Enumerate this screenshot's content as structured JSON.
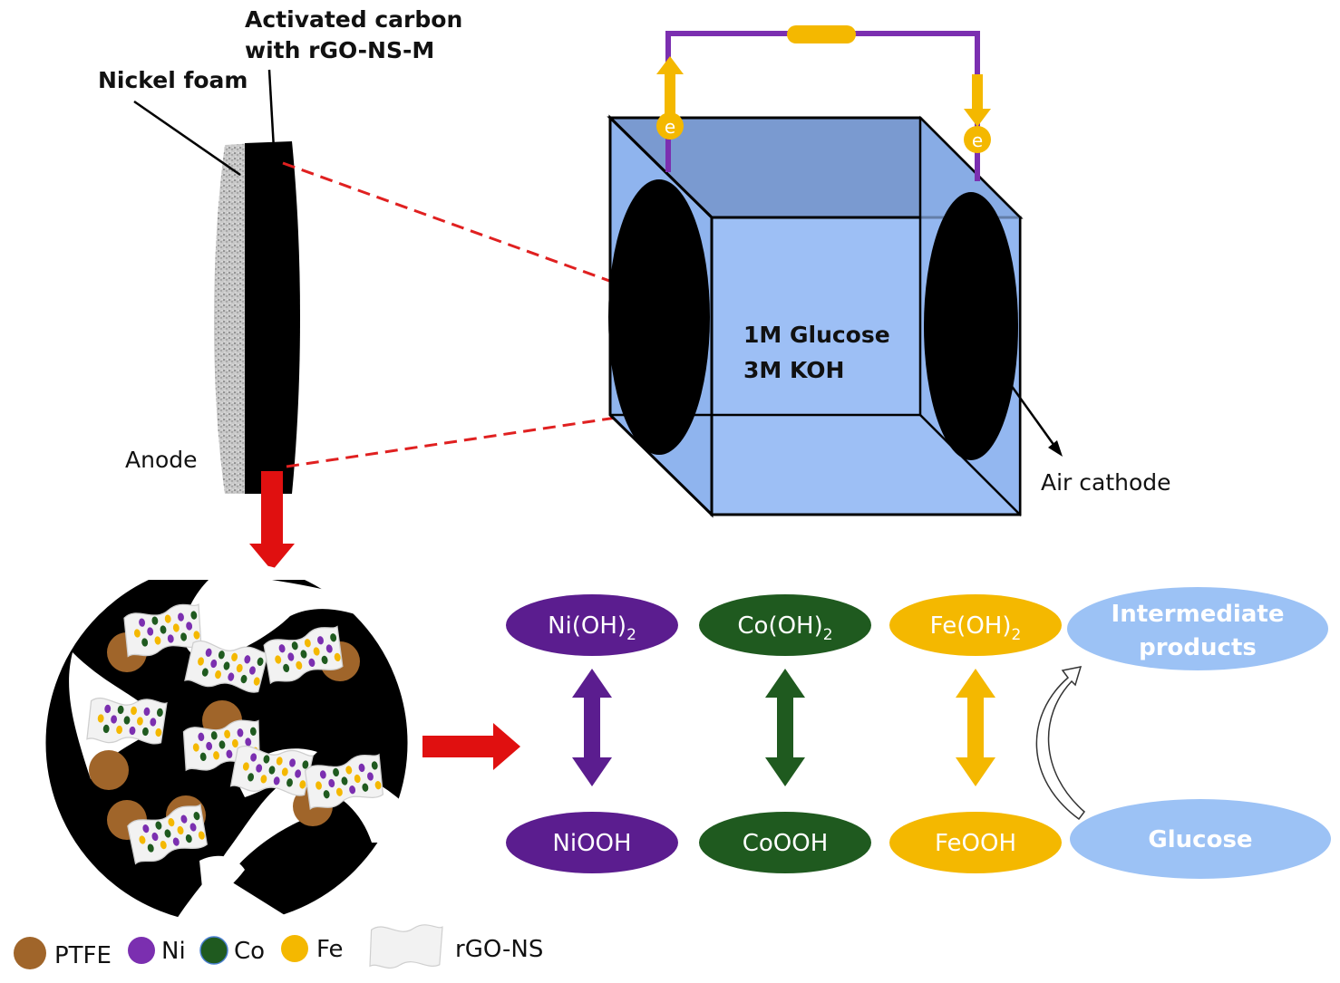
{
  "labels": {
    "activated_carbon_line1": "Activated carbon",
    "activated_carbon_line2": "with rGO-NS-M",
    "nickel_foam": "Nickel foam",
    "anode": "Anode",
    "air_cathode": "Air cathode",
    "electrolyte_line1": "1M Glucose",
    "electrolyte_line2": "3M KOH",
    "electron": "e"
  },
  "redox_pairs": [
    {
      "upper_base": "Ni(OH)",
      "upper_sub": "2",
      "lower": "NiOOH",
      "color": "#5b1d8f"
    },
    {
      "upper_base": "Co(OH)",
      "upper_sub": "2",
      "lower": "CoOOH",
      "color": "#1f5a1f"
    },
    {
      "upper_base": "Fe(OH)",
      "upper_sub": "2",
      "lower": "FeOOH",
      "color": "#f4b800"
    }
  ],
  "glucose_cycle": {
    "top_line1": "Intermediate",
    "top_line2": "products",
    "bottom": "Glucose",
    "color": "#9cc2f5"
  },
  "legend": {
    "ptfe": "PTFE",
    "ni": "Ni",
    "co": "Co",
    "fe": "Fe",
    "rgo": "rGO-NS"
  },
  "colors": {
    "cell_fill": "#9dbff5",
    "wire": "#7b2fb0",
    "electron": "#f4b800",
    "dashed_line": "#e02020",
    "process_arrow": "#e01010",
    "ptfe": "#a0652a",
    "ni": "#7b2fb0",
    "co": "#1f5a1f",
    "fe": "#f4b800"
  }
}
